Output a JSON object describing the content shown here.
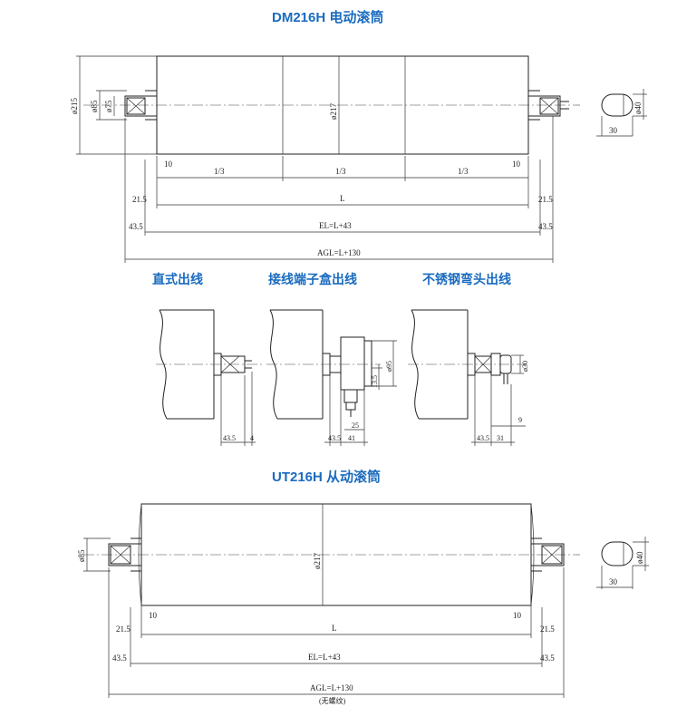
{
  "titles": {
    "motor": "DM216H 电动滚筒",
    "direct": "直式出线",
    "box": "接线端子盒出线",
    "elbow": "不锈钢弯头出线",
    "idler": "UT216H 从动滚筒"
  },
  "dims": {
    "d215": "ø215",
    "d85": "ø85",
    "d75": "ø75",
    "d217": "ø217",
    "d40": "ø40",
    "d95": "ø95",
    "d30": "ø30",
    "w30": "30",
    "ten": "10",
    "third": "1/3",
    "L": "L",
    "off215": "21.5",
    "off435": "43.5",
    "EL": "EL=L+43",
    "AGL": "AGL=L+130",
    "four": "4",
    "r135": "13.5",
    "r25": "25",
    "r41": "41",
    "r31": "31",
    "r9": "9",
    "nothread": "(无螺纹)"
  }
}
